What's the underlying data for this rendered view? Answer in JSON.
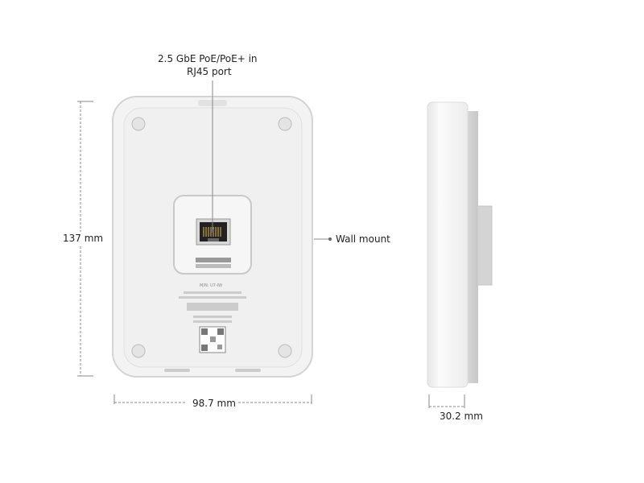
{
  "callouts": {
    "port_line1": "2.5 GbE PoE/PoE+ in",
    "port_line2": "RJ45 port",
    "wall_mount": "Wall mount"
  },
  "dimensions": {
    "height": "137 mm",
    "width": "98.7 mm",
    "depth": "30.2 mm"
  },
  "device_label": {
    "model": "M/N: U7-IW"
  },
  "colors": {
    "body": "#f4f4f4",
    "line": "#888888",
    "text": "#222222"
  }
}
